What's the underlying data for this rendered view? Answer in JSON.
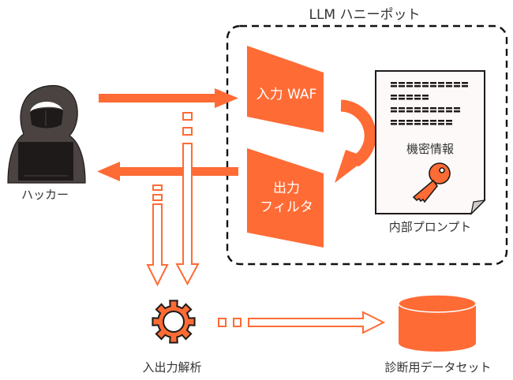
{
  "diagram": {
    "title": "LLM ハニーポット",
    "colors": {
      "accent": "#ff6b35",
      "hacker_body": "#4a4341",
      "dark": "#1e1a19",
      "paper": "#fcf9f8",
      "text": "#333333"
    },
    "nodes": {
      "hacker": {
        "label": "ハッカー",
        "icon": "hooded-hacker-icon"
      },
      "input_waf": {
        "label": "入力 WAF"
      },
      "output_filter": {
        "label_line1": "出力",
        "label_line2": "フィルタ"
      },
      "internal_prompt": {
        "label": "内部プロンプト",
        "content_label": "機密情報",
        "icon": "document-icon",
        "content_icon": "key-icon"
      },
      "io_analysis": {
        "label": "入出力解析",
        "icon": "gear-icon"
      },
      "dataset": {
        "label": "診断用データセット",
        "icon": "database-icon"
      }
    },
    "edges": [
      {
        "from": "hacker",
        "to": "input_waf",
        "style": "solid"
      },
      {
        "from": "input_waf",
        "to": "output_filter",
        "style": "curved"
      },
      {
        "from": "output_filter",
        "to": "hacker",
        "style": "solid"
      },
      {
        "from": "input_waf",
        "to": "io_analysis",
        "style": "hollow"
      },
      {
        "from": "output_filter",
        "to": "io_analysis",
        "style": "hollow"
      },
      {
        "from": "io_analysis",
        "to": "dataset",
        "style": "hollow"
      }
    ]
  }
}
